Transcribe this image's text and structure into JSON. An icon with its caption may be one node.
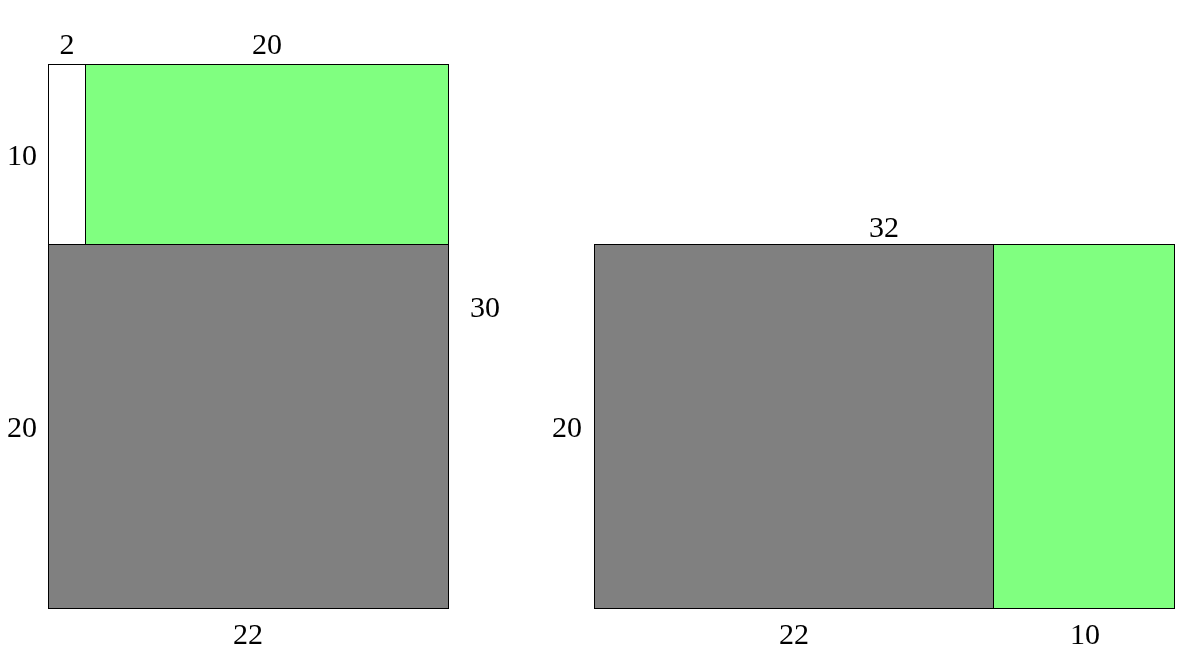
{
  "diagram": {
    "nodes": [
      {
        "text": [],
        "shape": "box"
      },
      {
        "text": [],
        "shape": "box"
      },
      {
        "text": [],
        "shape": "box"
      },
      {
        "text": [],
        "shape": "box"
      },
      {
        "text": [],
        "shape": "box"
      }
    ],
    "labels": [
      "2",
      "20",
      "10",
      "32",
      "30",
      "20",
      "20",
      "22",
      "22",
      "10"
    ]
  }
}
